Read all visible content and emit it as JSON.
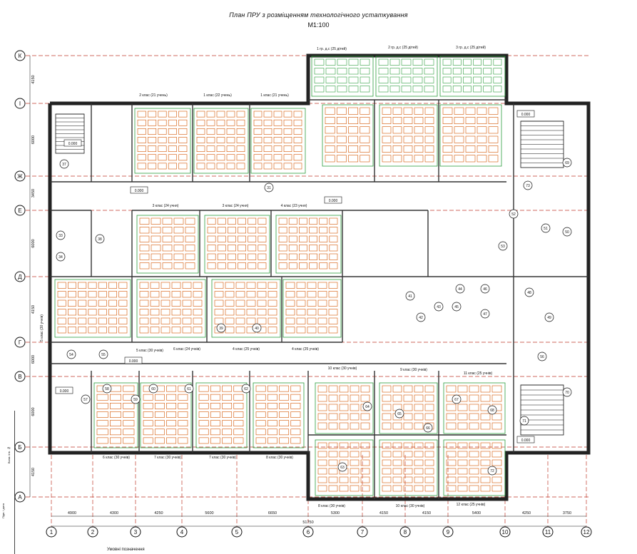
{
  "title": "План ПРУ з розміщенням технологічного устаткування",
  "scale": "М1:100",
  "row_axes": [
    "К",
    "І",
    "Ж",
    "Е",
    "Д",
    "Г",
    "В",
    "Б",
    "А"
  ],
  "column_axes": [
    "1",
    "2",
    "3",
    "4",
    "5",
    "6",
    "7",
    "8",
    "9",
    "10",
    "11",
    "12"
  ],
  "vertical_dims": [
    "4150",
    "6000",
    "3450",
    "6000",
    "4150",
    "6000",
    "6000",
    "4150"
  ],
  "bottom_dims": [
    "4900",
    "4300",
    "4250",
    "5600",
    "6650",
    "5300",
    "4150",
    "4150",
    "5400",
    "4250",
    "3750"
  ],
  "total_dim": "51750",
  "left_side_label": "5 клас (30 учнів)",
  "rooms_top": [
    {
      "label": "1 гр. д.с (25 дітей)"
    },
    {
      "label": "2 гр. д.с (25 дітей)"
    },
    {
      "label": "3 гр. д.с (25 дітей)"
    },
    {
      "label": "2 клас (21 учень)"
    },
    {
      "label": "1 клас (22 учень)"
    },
    {
      "label": "1 клас (21 учень)"
    }
  ],
  "rooms_middle": [
    {
      "label": "3 клас (24 учня)"
    },
    {
      "label": "3 клас (24 учня)"
    },
    {
      "label": "4 клас (23 учня)"
    }
  ],
  "rooms_lower": [
    {
      "label": "5 клас (30 учнів)"
    },
    {
      "label": "6 клас (24 учнів)"
    },
    {
      "label": "4 клас (25 учнів)"
    },
    {
      "label": "4 клас (25 учнів)"
    }
  ],
  "rooms_bottom": [
    {
      "label": "10 клас (30 учнів)"
    },
    {
      "label": "9 клас (30 учнів)"
    },
    {
      "label": "11 клас (25 учнів)"
    },
    {
      "label": "6 клас (30 учнів)"
    },
    {
      "label": "7 клас (30 учнів)"
    },
    {
      "label": "7 клас (30 учнів)"
    },
    {
      "label": "8 клас (30 учнів)"
    },
    {
      "label": "8 клас (30 учнів)"
    },
    {
      "label": "10 клас (30 учнів)"
    },
    {
      "label": "12 клас (25 учнів)"
    }
  ],
  "level_marks": [
    "0.000",
    "0.000",
    "0.000",
    "0.000",
    "0.000",
    "0.000",
    "0.000"
  ],
  "room_numbers": [
    "31",
    "37",
    "33",
    "34",
    "38",
    "39",
    "40",
    "41",
    "42",
    "43",
    "44",
    "45",
    "46",
    "47",
    "48",
    "49",
    "50",
    "51",
    "52",
    "53",
    "54",
    "55",
    "56",
    "57",
    "58",
    "59",
    "60",
    "61",
    "62",
    "63",
    "64",
    "65",
    "66",
    "67",
    "68",
    "69",
    "70",
    "71",
    "72",
    "73"
  ],
  "stamp_labels": [
    "Підп. і дата",
    "Взам. інв. №"
  ],
  "bottom_note": "Умовні позначення"
}
